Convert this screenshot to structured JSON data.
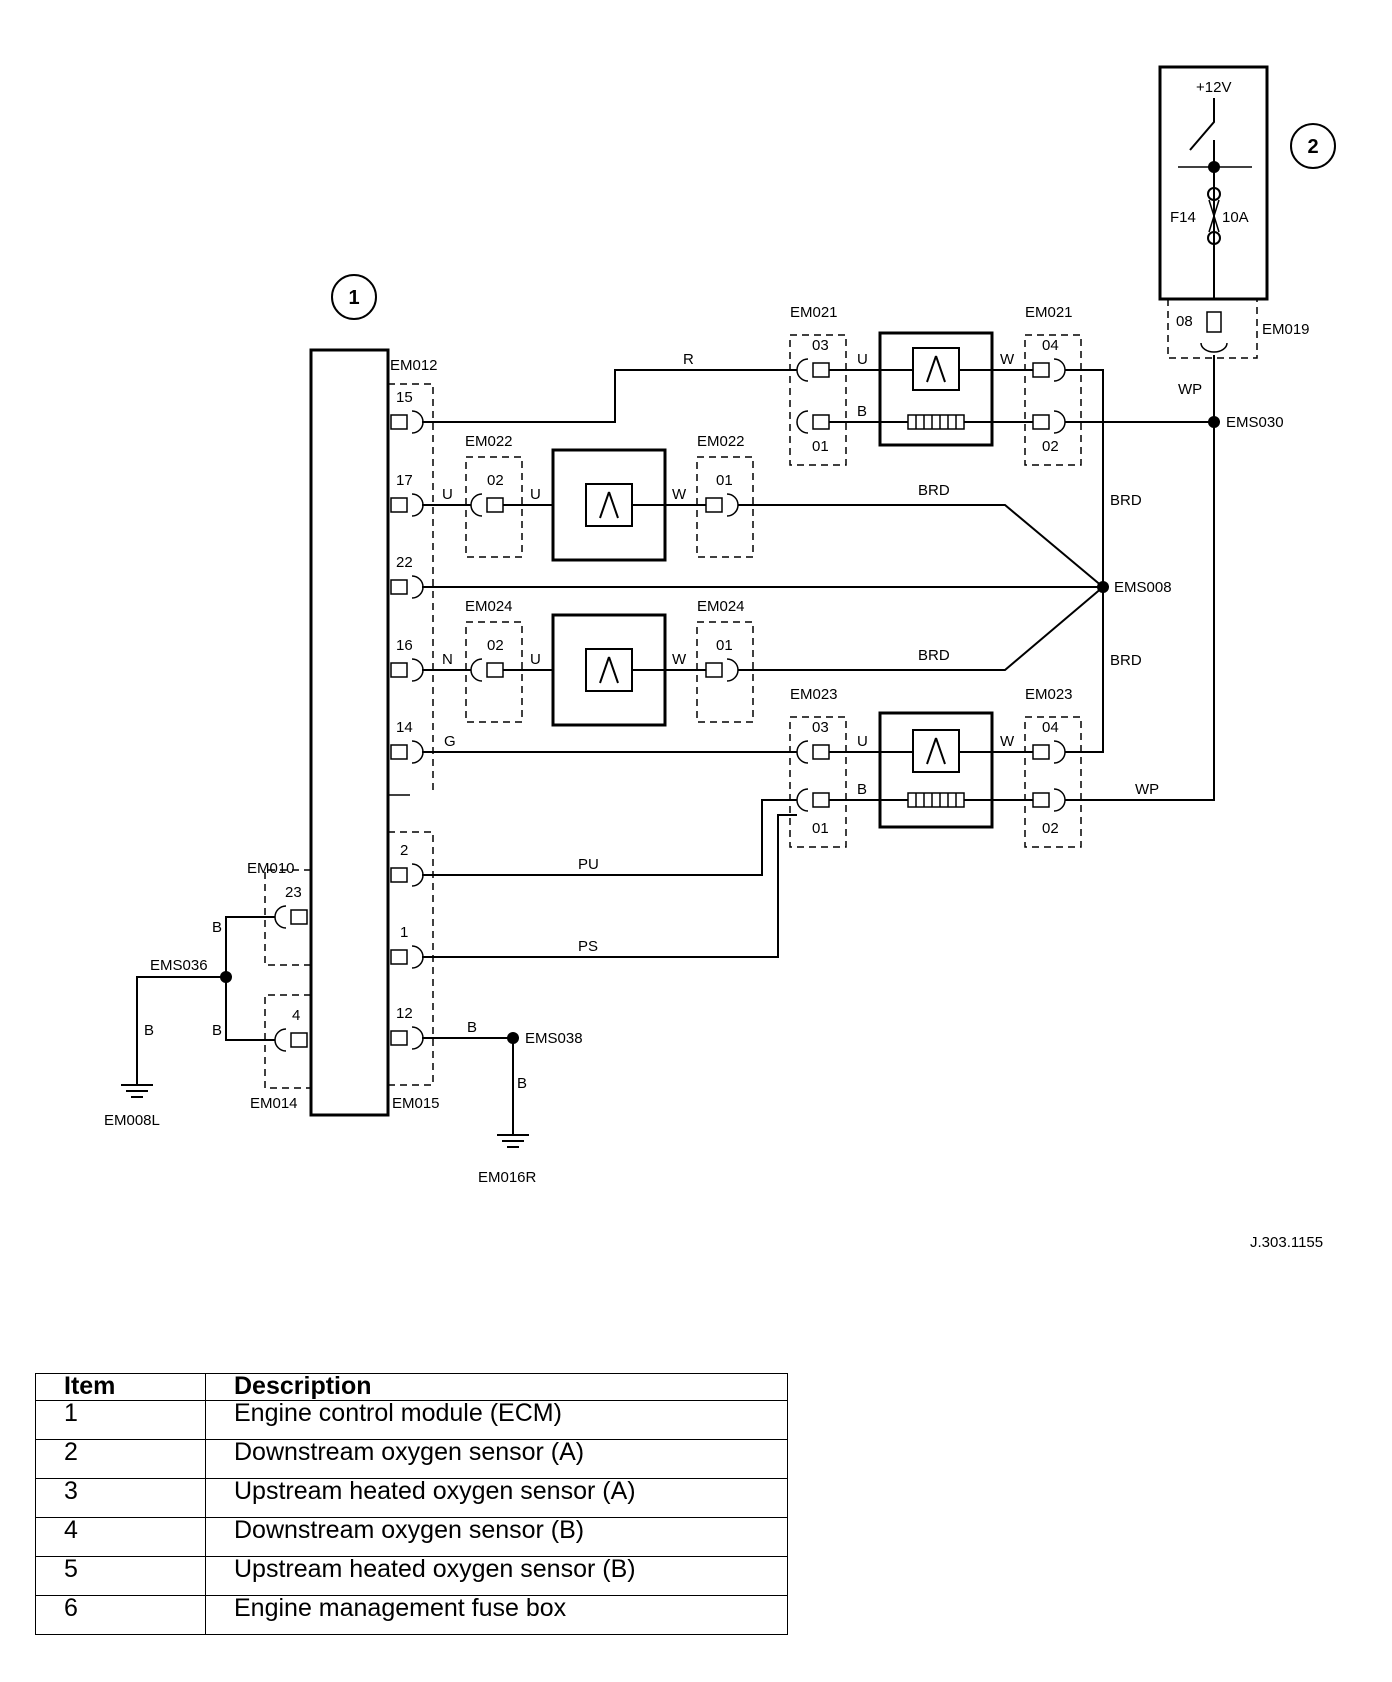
{
  "diagram": {
    "callouts": [
      "1",
      "2"
    ],
    "fuse_box": {
      "supply": "+12V",
      "fuse": "F14",
      "rating": "10A",
      "pin": "08",
      "connector": "EM019"
    },
    "ecm": {
      "connectors": [
        "EM012",
        "EM010",
        "EM014",
        "EM015"
      ],
      "pins": {
        "p15": "15",
        "p17": "17",
        "p22": "22",
        "p16": "16",
        "p14": "14",
        "p2": "2",
        "p1": "1",
        "p12": "12",
        "p23": "23",
        "p4": "4"
      }
    },
    "sensor_connectors": {
      "em021": "EM021",
      "em022": "EM022",
      "em024": "EM024",
      "em023": "EM023"
    },
    "pins": {
      "p01": "01",
      "p02": "02",
      "p03": "03",
      "p04": "04"
    },
    "wire_colors": {
      "R": "R",
      "U": "U",
      "W": "W",
      "B": "B",
      "N": "N",
      "G": "G",
      "PU": "PU",
      "PS": "PS",
      "BRD": "BRD",
      "WP": "WP"
    },
    "splices": {
      "ems030": "EMS030",
      "ems008": "EMS008",
      "ems036": "EMS036",
      "ems038": "EMS038"
    },
    "grounds": {
      "left": "EM008L",
      "right": "EM016R"
    },
    "figure_ref": "J.303.1155"
  },
  "legend": {
    "headers": [
      "Item",
      "Description"
    ],
    "rows": [
      [
        "1",
        "Engine control module (ECM)"
      ],
      [
        "2",
        "Downstream oxygen sensor (A)"
      ],
      [
        "3",
        "Upstream heated oxygen sensor (A)"
      ],
      [
        "4",
        "Downstream oxygen sensor (B)"
      ],
      [
        "5",
        "Upstream heated oxygen sensor (B)"
      ],
      [
        "6",
        "Engine management fuse box"
      ]
    ]
  }
}
